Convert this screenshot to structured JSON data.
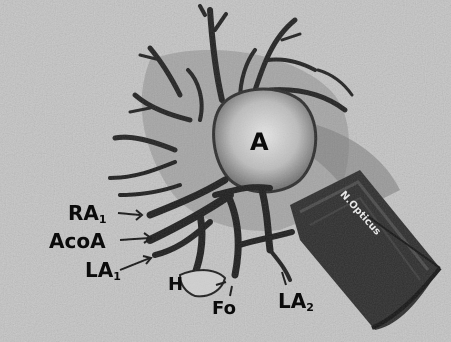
{
  "figure": {
    "labels": {
      "A": "A",
      "RA1": "RA",
      "RA1_sub": "1",
      "AcoA": "AcoA",
      "LA1": "LA",
      "LA1_sub": "1",
      "H": "H",
      "Fo": "Fo",
      "LA2": "LA",
      "LA2_sub": "2",
      "nerve": "N.Opticus"
    }
  }
}
